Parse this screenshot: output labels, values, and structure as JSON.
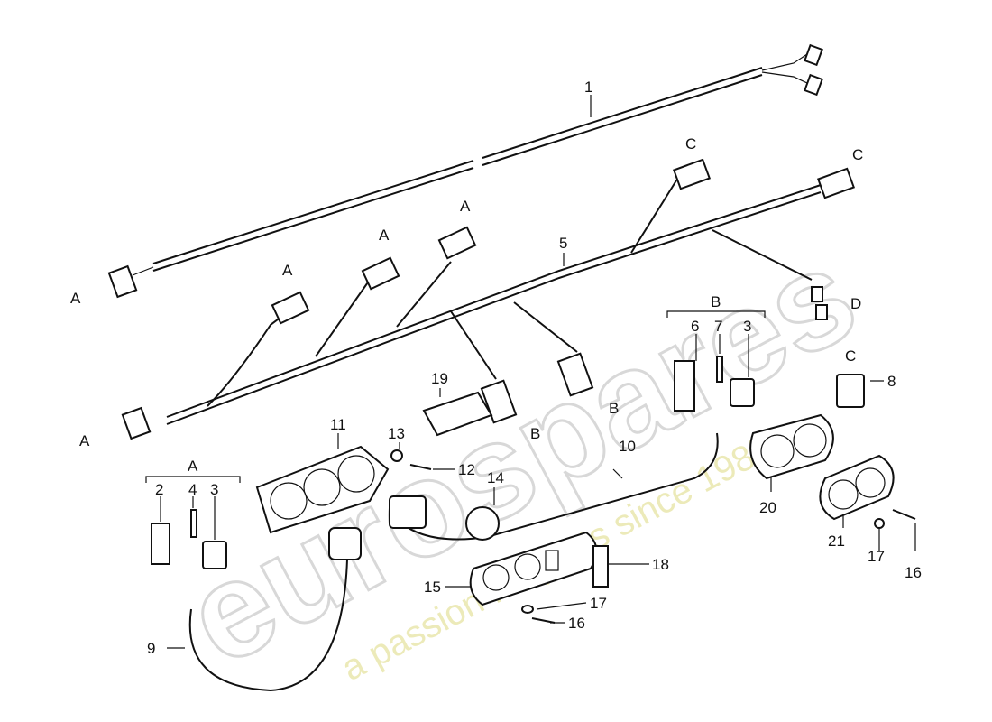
{
  "watermark": {
    "brand": "eurospares",
    "tagline": "a passion for parts since 1985"
  },
  "labels": {
    "p1": "1",
    "p5": "5",
    "p19": "19",
    "p6": "6",
    "p7": "7",
    "p3a": "3",
    "p8": "8",
    "p11": "11",
    "p13": "13",
    "p12": "12",
    "p10": "10",
    "p14": "14",
    "p20": "20",
    "p21": "21",
    "p17a": "17",
    "p16a": "16",
    "p2": "2",
    "p4": "4",
    "p3b": "3",
    "p15": "15",
    "p17b": "17",
    "p16b": "16",
    "p18": "18",
    "p9": "9",
    "A1": "A",
    "A2": "A",
    "A3": "A",
    "A4": "A",
    "A5": "A",
    "A6": "A",
    "C1": "C",
    "C2": "C",
    "C3": "C",
    "D": "D",
    "B1": "B",
    "B2": "B",
    "B3": "B"
  }
}
